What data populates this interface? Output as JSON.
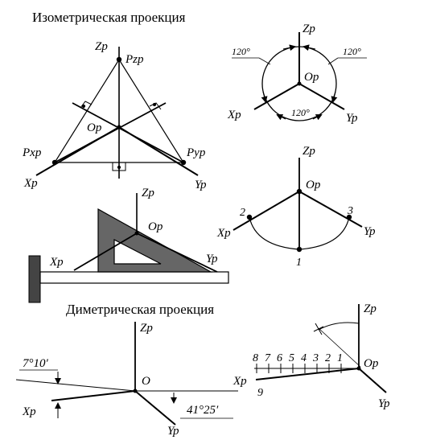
{
  "headings": {
    "isometric": "Изометрическая проекция",
    "dimetric": "Диметрическая проекция"
  },
  "iso_triangle": {
    "zp": "Zp",
    "pzp": "Pzp",
    "op": "Op",
    "pxp": "Pxp",
    "pyp": "Pyp",
    "xp": "Xp",
    "yp": "Yp"
  },
  "iso_circle": {
    "zp": "Zp",
    "op": "Op",
    "xp": "Xp",
    "yp": "Yp",
    "angle_left": "120°",
    "angle_right": "120°",
    "angle_bottom": "120°"
  },
  "iso_arc": {
    "zp": "Zp",
    "op": "Op",
    "xp": "Xp",
    "yp": "Yp",
    "p1": "1",
    "p2": "2",
    "p3": "3"
  },
  "set_square": {
    "zp": "Zp",
    "op": "Op",
    "xp": "Xp",
    "yp": "Yp"
  },
  "dim_angles": {
    "zp": "Zp",
    "o": "O",
    "xp": "Xp",
    "yp": "Yp",
    "angle_x": "7°10′",
    "angle_y": "41°25′"
  },
  "dim_construction": {
    "zp": "Zp",
    "op": "Op",
    "xp": "Xp",
    "yp": "Yp",
    "scale": [
      "8",
      "7",
      "6",
      "5",
      "4",
      "3",
      "2",
      "1"
    ],
    "nine": "9"
  }
}
